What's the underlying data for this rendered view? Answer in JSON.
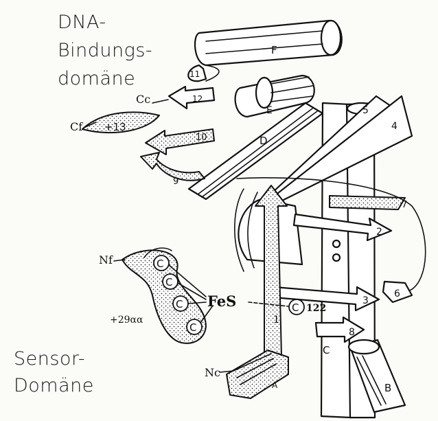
{
  "labels": {
    "dna_line1": "DNA-",
    "dna_line2": "Bindungs-",
    "dna_line3": "domäne",
    "sensor_line1": "Sensor-",
    "sensor_line2": "Domäne"
  },
  "helix_labels": {
    "A": "A",
    "B": "B",
    "C": "C",
    "D": "D",
    "E": "E",
    "F": "F"
  },
  "strand_labels": [
    "1",
    "2",
    "3",
    "4",
    "5",
    "6",
    "7",
    "8",
    "9",
    "10",
    "11",
    "12",
    "+13"
  ],
  "terminus_labels": {
    "cc": "Cc",
    "cf": "Cf",
    "nf": "Nf",
    "nc": "Nc"
  },
  "sensor": {
    "fes": "FeS",
    "cys": "C",
    "cys122": "C",
    "num122": "122",
    "extra": "+29αα"
  },
  "colors": {
    "ink": "#111111",
    "paper": "#fbfbf8"
  }
}
